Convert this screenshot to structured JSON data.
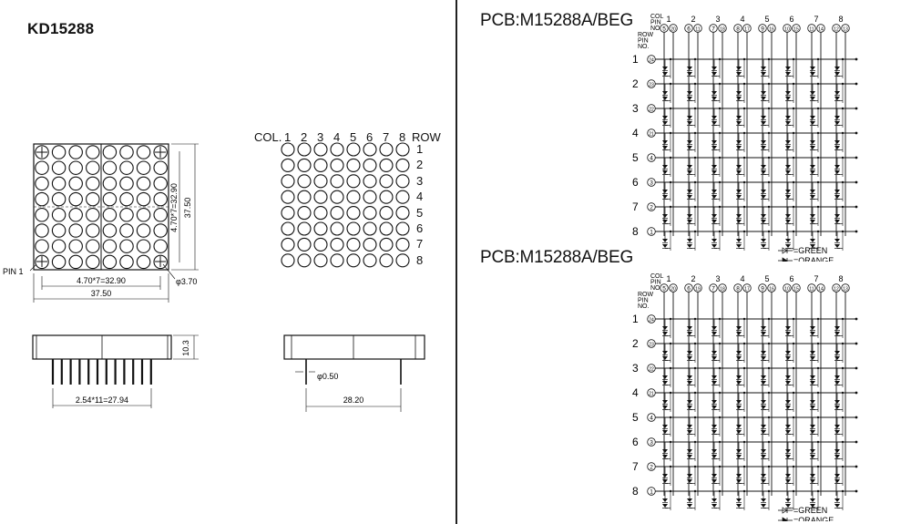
{
  "part_number": "KD15288",
  "front_view": {
    "dim_width": "37.50",
    "dim_pitch_h": "4.70*7=32.90",
    "dim_height": "37.50",
    "dim_pitch_v": "4.70*7=32.90",
    "dim_dot": "φ3.70",
    "pin1_label": "PIN 1"
  },
  "side_view": {
    "dim_height": "10.3",
    "dim_pin_pitch": "2.54*11=27.94"
  },
  "end_view": {
    "dim_pin_dia": "φ0.50",
    "dim_span": "28.20"
  },
  "matrix": {
    "col_label": "COL.",
    "row_label": "ROW",
    "cols": [
      "1",
      "2",
      "3",
      "4",
      "5",
      "6",
      "7",
      "8"
    ],
    "rows": [
      "1",
      "2",
      "3",
      "4",
      "5",
      "6",
      "7",
      "8"
    ]
  },
  "schematic_a": {
    "title": "PCB:M15288A/BEG",
    "col_pin_header": [
      "COL",
      "PIN",
      "NO"
    ],
    "row_pin_header": [
      "ROW",
      "PIN",
      "NO."
    ],
    "cols": [
      {
        "n": "1",
        "pins": [
          "5",
          "20"
        ]
      },
      {
        "n": "2",
        "pins": [
          "6",
          "11"
        ]
      },
      {
        "n": "3",
        "pins": [
          "7",
          "18"
        ]
      },
      {
        "n": "4",
        "pins": [
          "8",
          "17"
        ]
      },
      {
        "n": "5",
        "pins": [
          "9",
          "16"
        ]
      },
      {
        "n": "6",
        "pins": [
          "10",
          "15"
        ]
      },
      {
        "n": "7",
        "pins": [
          "11",
          "14"
        ]
      },
      {
        "n": "8",
        "pins": [
          "12",
          "13"
        ]
      }
    ],
    "rows": [
      {
        "n": "1",
        "pin": "24"
      },
      {
        "n": "2",
        "pin": "23"
      },
      {
        "n": "3",
        "pin": "22"
      },
      {
        "n": "4",
        "pin": "21"
      },
      {
        "n": "5",
        "pin": "4"
      },
      {
        "n": "6",
        "pin": "3"
      },
      {
        "n": "7",
        "pin": "2"
      },
      {
        "n": "8",
        "pin": "1"
      }
    ],
    "legend": [
      "=GREEN",
      "=ORANGE"
    ]
  },
  "schematic_b": {
    "title": "PCB:M15288A/BEG",
    "col_pin_header": [
      "COL",
      "PIN",
      "NO"
    ],
    "row_pin_header": [
      "ROW",
      "PIN",
      "NO."
    ],
    "cols": [
      {
        "n": "1",
        "pins": [
          "5",
          "20"
        ]
      },
      {
        "n": "2",
        "pins": [
          "6",
          "19"
        ]
      },
      {
        "n": "3",
        "pins": [
          "7",
          "18"
        ]
      },
      {
        "n": "4",
        "pins": [
          "8",
          "17"
        ]
      },
      {
        "n": "5",
        "pins": [
          "9",
          "16"
        ]
      },
      {
        "n": "6",
        "pins": [
          "10",
          "15"
        ]
      },
      {
        "n": "7",
        "pins": [
          "11",
          "14"
        ]
      },
      {
        "n": "8",
        "pins": [
          "12",
          "13"
        ]
      }
    ],
    "rows": [
      {
        "n": "1",
        "pin": "24"
      },
      {
        "n": "2",
        "pin": "23"
      },
      {
        "n": "3",
        "pin": "22"
      },
      {
        "n": "4",
        "pin": "21"
      },
      {
        "n": "5",
        "pin": "4"
      },
      {
        "n": "6",
        "pin": "3"
      },
      {
        "n": "7",
        "pin": "2"
      },
      {
        "n": "8",
        "pin": "1"
      }
    ],
    "legend": [
      "=GREEN",
      "=ORANGE"
    ]
  }
}
